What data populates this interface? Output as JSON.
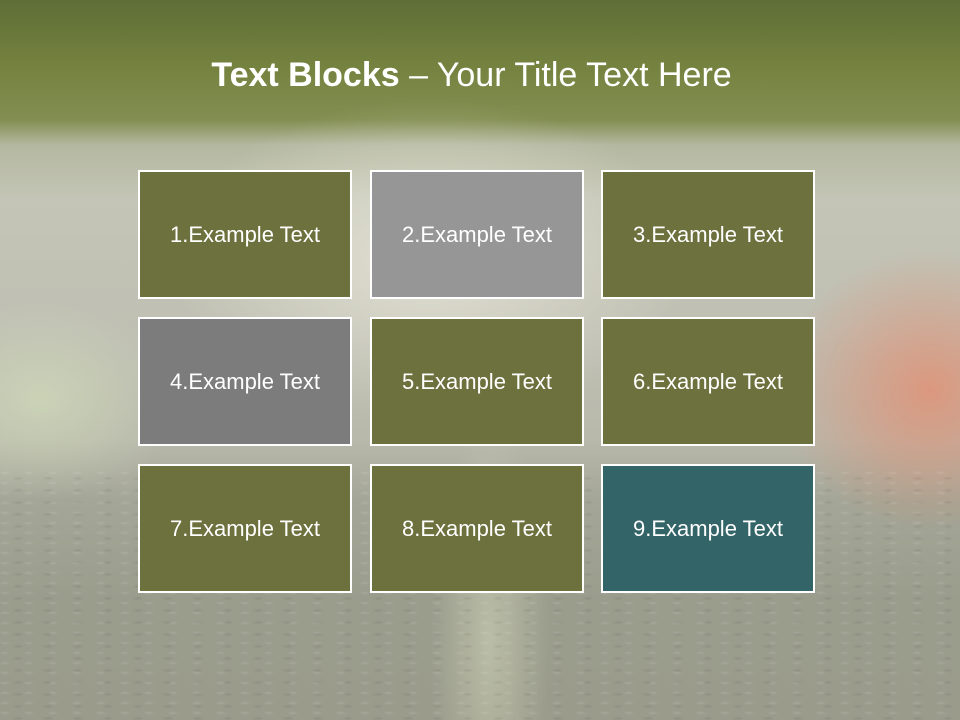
{
  "title": {
    "bold_part": "Text Blocks",
    "separator": " – ",
    "regular_part": "Your Title Text Here"
  },
  "blocks": [
    {
      "label": "1.Example Text",
      "color": "#6c713d"
    },
    {
      "label": "2.Example Text",
      "color": "#969696"
    },
    {
      "label": "3.Example Text",
      "color": "#6c713d"
    },
    {
      "label": "4.Example Text",
      "color": "#7c7c7c"
    },
    {
      "label": "5.Example Text",
      "color": "#6c713d"
    },
    {
      "label": "6.Example Text",
      "color": "#6c713d"
    },
    {
      "label": "7.Example Text",
      "color": "#6c713d"
    },
    {
      "label": "8.Example Text",
      "color": "#6c713d"
    },
    {
      "label": "9.Example Text",
      "color": "#336468"
    }
  ]
}
